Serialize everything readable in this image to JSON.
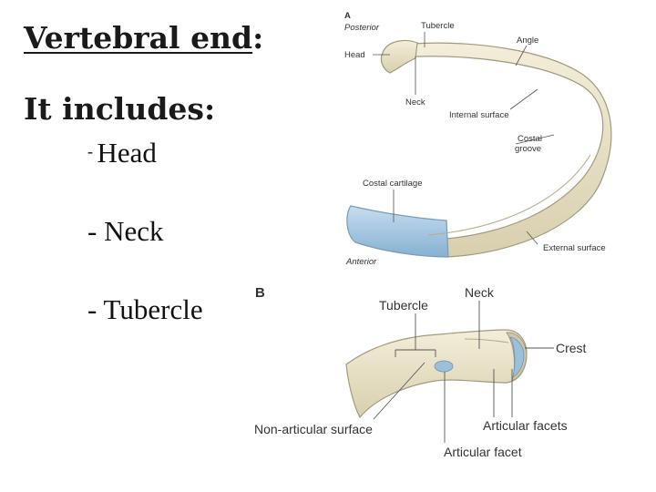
{
  "slide": {
    "title_main": "Vertebral end",
    "title_colon": ":",
    "subtitle": "It includes:",
    "items": [
      {
        "dash": "- ",
        "text": "Head"
      },
      {
        "dash": "- ",
        "text": "Neck"
      },
      {
        "dash": "- ",
        "text": "Tubercle"
      }
    ]
  },
  "figure_a": {
    "panel_letter": "A",
    "posterior": "Posterior",
    "anterior": "Anterior",
    "labels": {
      "tubercle": "Tubercle",
      "angle": "Angle",
      "head": "Head",
      "neck": "Neck",
      "internal_surface": "Internal surface",
      "costal_groove_1": "Costal",
      "costal_groove_2": "groove",
      "costal_cartilage": "Costal cartilage",
      "external_surface": "External surface"
    }
  },
  "figure_b": {
    "panel_letter": "B",
    "labels": {
      "tubercle": "Tubercle",
      "neck": "Neck",
      "crest": "Crest",
      "non_articular_surface": "Non-articular surface",
      "articular_facets": "Articular facets",
      "articular_facet": "Articular facet"
    }
  },
  "colors": {
    "bone": "#e8e0c4",
    "bone_outline": "#a09a80",
    "cartilage": "#a9cbe4",
    "facet": "#9cc0d8"
  }
}
